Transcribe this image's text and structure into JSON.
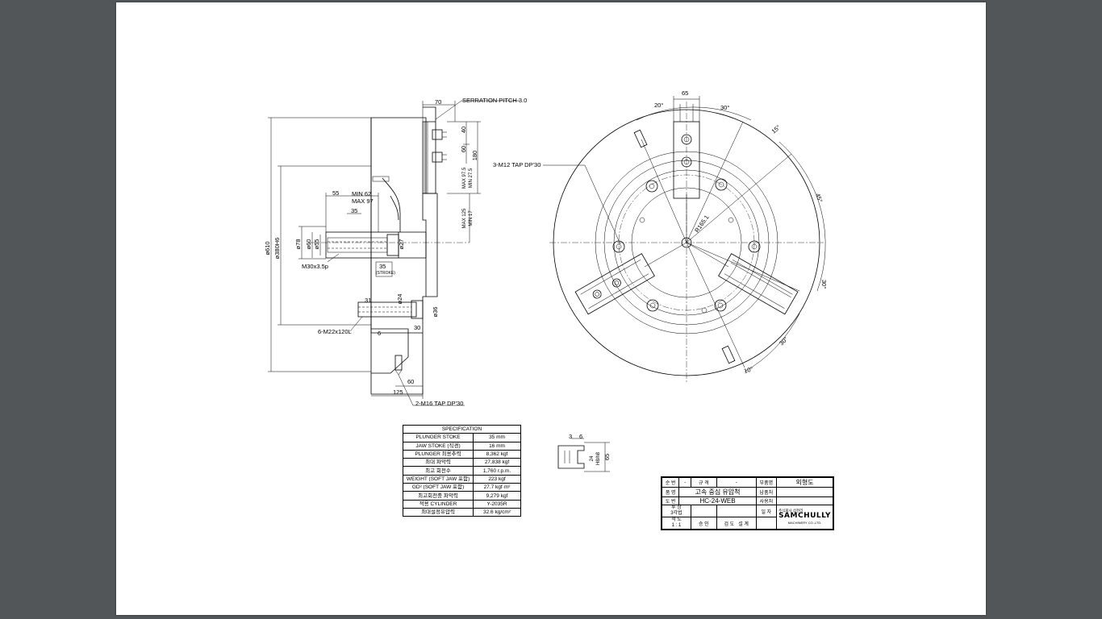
{
  "side_view": {
    "dims": {
      "d610": "ø610",
      "d380": "ø380H6",
      "d78": "ø78",
      "d60": "ø60",
      "d55": "ø55",
      "d27": "ø27",
      "d24": "ø24",
      "d36": "ø36",
      "w70": "70",
      "w55": "55",
      "w35a": "35",
      "min62": "MIN 62",
      "max97": "MAX 97",
      "v40": "40",
      "v60": "60",
      "v180": "180",
      "max975": "MAX 97.5",
      "min275": "MIN 27.5",
      "max125": "MAX 125",
      "min17": "MIN 17",
      "w35b": "35",
      "w31": "31",
      "w6": "6",
      "w30": "30",
      "w60": "60",
      "w125": "125"
    },
    "notes": {
      "serration": "SERRATION PITCH 3.0",
      "m30": "M30x3.5p",
      "m22": "6-M22x120L",
      "m16": "2-M16 TAP DP'30",
      "stroke": "(STROKE)"
    }
  },
  "front_view": {
    "dims": {
      "w65": "65",
      "a20": "20°",
      "a30a": "30°",
      "a15": "15°",
      "a45": "45°",
      "a30b": "30°",
      "a30c": "30°",
      "a10": "10°",
      "r165": "R165.1"
    },
    "notes": {
      "m12": "3-M12 TAP DP'30"
    }
  },
  "detail": {
    "d3": "3",
    "d6": "6",
    "d24": "24",
    "h8": "H8/h8",
    "d65": "65"
  },
  "spec_table": {
    "title": "SPECIFICATION",
    "rows": [
      {
        "label": "PLUNGER STOKE",
        "value": "35  mm"
      },
      {
        "label": "JAW STOKE (직경)",
        "value": "16 mm"
      },
      {
        "label": "PLUNGER 최용추력",
        "value": "8,362 kgf"
      },
      {
        "label": "최대 파악력",
        "value": "27,838 kgf"
      },
      {
        "label": "최고 회전수",
        "value": "1,760 r.p.m."
      },
      {
        "label": "WEIGHT (SOFT JAW 포함)",
        "value": "223 kgf"
      },
      {
        "label": "GD² (SOFT JAW 포함)",
        "value": "27.7 kgf·m²"
      },
      {
        "label": "최고회전중 파악력",
        "value": "9,279 kgf"
      },
      {
        "label": "적용 CYLINDER",
        "value": "Y-2035R"
      },
      {
        "label": "최대설정유압력",
        "value": "32.6 kg/cm²"
      }
    ]
  },
  "title_block": {
    "r1": [
      "순 번",
      "-",
      "규 격",
      "-",
      "부품명",
      "외형도"
    ],
    "r2": [
      "품 명",
      "고속 중심 유압척",
      "납품처"
    ],
    "r3": [
      "도 번",
      "HC-24-WEB",
      "사용처"
    ],
    "r4a": "투 상",
    "r4b": "3각법",
    "r4c": "일 자",
    "r5a": "척 도",
    "r5b": "1 : 1",
    "signs": [
      "승 인",
      "검 도",
      "설 계"
    ],
    "logo": "SAMCHULLY",
    "logo_top": "주식회사 삼천리",
    "logo_sub": "MACHINERY CO.,LTD."
  }
}
